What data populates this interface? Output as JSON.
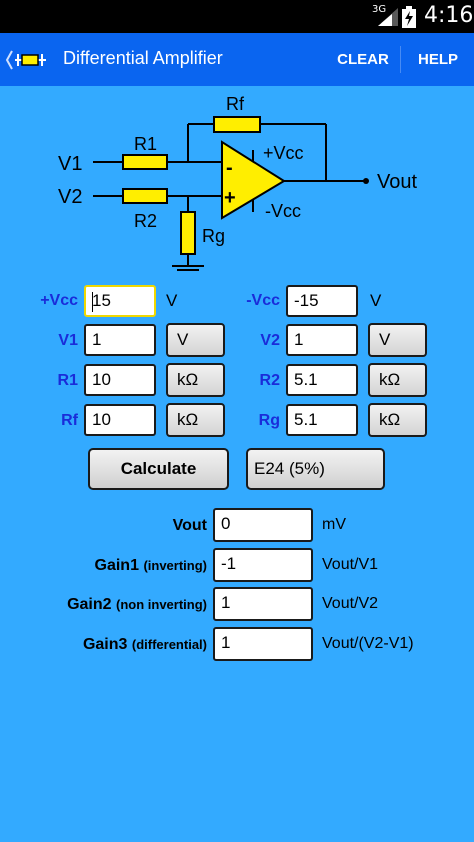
{
  "status_bar": {
    "network": "3G",
    "time": "4:16"
  },
  "action_bar": {
    "title": "Differential Amplifier",
    "clear_label": "CLEAR",
    "help_label": "HELP"
  },
  "circuit": {
    "rf_label": "Rf",
    "r1_label": "R1",
    "r2_label": "R2",
    "rg_label": "Rg",
    "v1_label": "V1",
    "v2_label": "V2",
    "vcc_pos_label": "+Vcc",
    "vcc_neg_label": "-Vcc",
    "vout_label": "Vout",
    "minus_sign": "-",
    "plus_sign": "+"
  },
  "inputs": {
    "vcc_pos": {
      "label": "+Vcc",
      "value": "15",
      "unit": "V"
    },
    "vcc_neg": {
      "label": "-Vcc",
      "value": "-15",
      "unit": "V"
    },
    "v1": {
      "label": "V1",
      "value": "1",
      "unit": "V"
    },
    "v2": {
      "label": "V2",
      "value": "1",
      "unit": "V"
    },
    "r1": {
      "label": "R1",
      "value": "10",
      "unit": "kΩ"
    },
    "r2": {
      "label": "R2",
      "value": "5.1",
      "unit": "kΩ"
    },
    "rf": {
      "label": "Rf",
      "value": "10",
      "unit": "kΩ"
    },
    "rg": {
      "label": "Rg",
      "value": "5.1",
      "unit": "kΩ"
    }
  },
  "buttons": {
    "calculate_label": "Calculate",
    "series_label": "E24 (5%)"
  },
  "results": {
    "vout": {
      "label": "Vout",
      "value": "0",
      "unit": "mV"
    },
    "gain1": {
      "label": "Gain1",
      "note": "(inverting)",
      "value": "-1",
      "unit": "Vout/V1"
    },
    "gain2": {
      "label": "Gain2",
      "note": "(non inverting)",
      "value": "1",
      "unit": "Vout/V2"
    },
    "gain3": {
      "label": "Gain3",
      "note": "(differential)",
      "value": "1",
      "unit": "Vout/(V2-V1)"
    }
  },
  "colors": {
    "background": "#33aaff",
    "action_bar": "#0a65f0",
    "label_blue": "#1a2cd9",
    "component_yellow": "#ffee00",
    "active_field_border": "#f0d800"
  }
}
